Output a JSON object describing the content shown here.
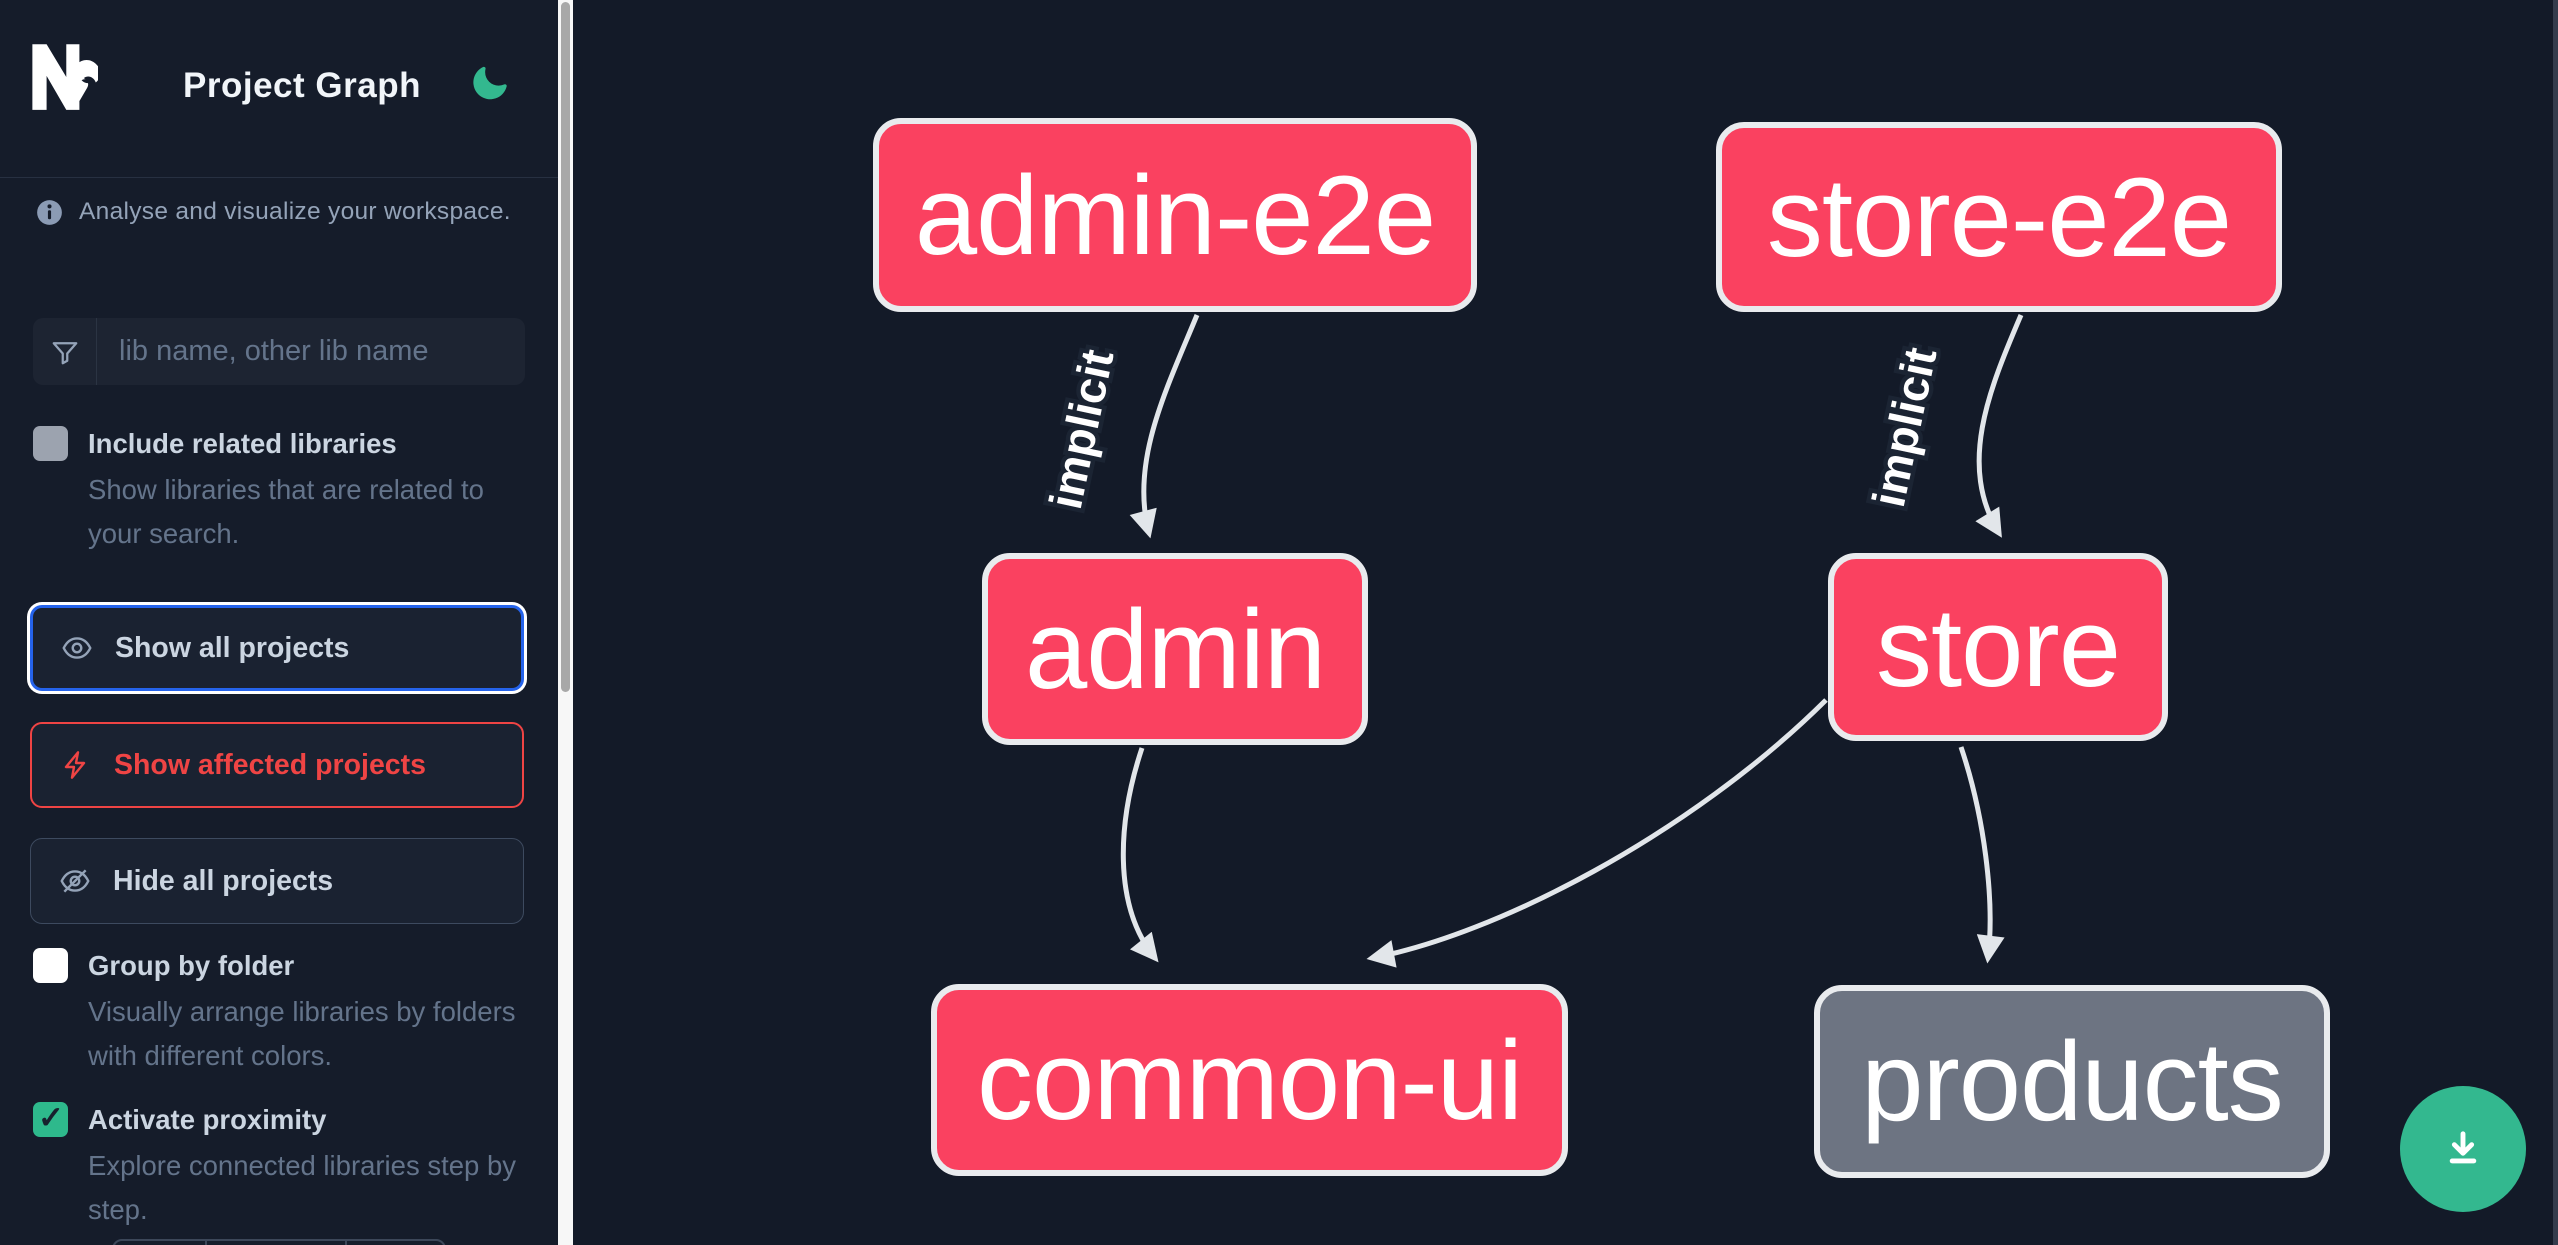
{
  "header": {
    "app_title": "Project Graph",
    "logo": "nx-logo",
    "theme_toggle_icon": "moon-icon"
  },
  "sidebar": {
    "tagline": "Analyse and visualize your workspace.",
    "search": {
      "placeholder": "lib name, other lib name",
      "icon": "funnel-icon",
      "value": ""
    },
    "toggles": [
      {
        "label": "Include related libraries",
        "description": "Show libraries that are related to your search.",
        "checked": false,
        "disabled": true
      },
      {
        "label": "Group by folder",
        "description": "Visually arrange libraries by folders with different colors.",
        "checked": false
      },
      {
        "label": "Activate proximity",
        "description": "Explore connected libraries step by step.",
        "checked": true
      }
    ],
    "buttons": [
      {
        "label": "Show all projects",
        "icon": "eye-icon",
        "state": "focused"
      },
      {
        "label": "Show affected projects",
        "icon": "bolt-icon",
        "state": "affected"
      },
      {
        "label": "Hide all projects",
        "icon": "eye-slash-icon",
        "state": "default"
      }
    ]
  },
  "graph": {
    "nodes": [
      {
        "id": "admin-e2e",
        "label": "admin-e2e",
        "color": "pink"
      },
      {
        "id": "store-e2e",
        "label": "store-e2e",
        "color": "pink"
      },
      {
        "id": "admin",
        "label": "admin",
        "color": "pink"
      },
      {
        "id": "store",
        "label": "store",
        "color": "pink"
      },
      {
        "id": "common-ui",
        "label": "common-ui",
        "color": "pink"
      },
      {
        "id": "products",
        "label": "products",
        "color": "gray"
      }
    ],
    "edges": [
      {
        "source": "admin-e2e",
        "target": "admin",
        "label": "implicit"
      },
      {
        "source": "store-e2e",
        "target": "store",
        "label": "implicit"
      },
      {
        "source": "admin",
        "target": "common-ui",
        "label": ""
      },
      {
        "source": "store",
        "target": "common-ui",
        "label": ""
      },
      {
        "source": "store",
        "target": "products",
        "label": ""
      }
    ]
  },
  "fab": {
    "icon": "download-icon"
  },
  "colors": {
    "sidebar_bg": "#151c2a",
    "canvas_bg": "#131a28",
    "node_pink": "#fa4160",
    "node_gray": "#6d7482",
    "node_border": "#e9ebee",
    "edge": "#e2e6ea",
    "accent_green": "#33b88f",
    "focus_blue": "#2563eb",
    "affected_red": "#ef4444",
    "text_primary": "#cbd5e1",
    "text_muted": "#64748b"
  }
}
